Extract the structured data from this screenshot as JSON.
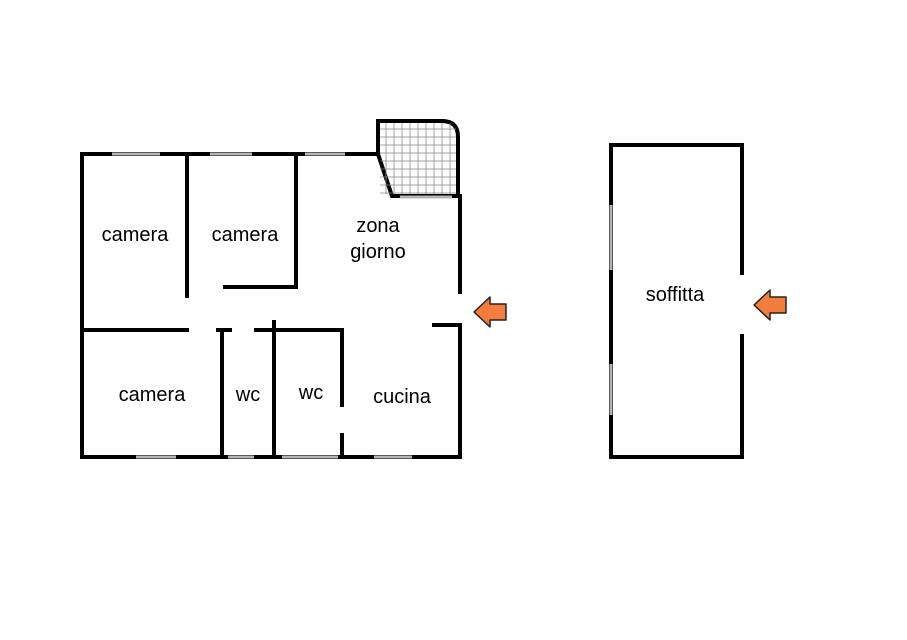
{
  "floor_plan": {
    "rooms": [
      {
        "id": "camera-1",
        "label": "camera"
      },
      {
        "id": "camera-2",
        "label": "camera"
      },
      {
        "id": "zona-giorno",
        "label_lines": [
          "zona",
          "giorno"
        ]
      },
      {
        "id": "camera-3",
        "label": "camera"
      },
      {
        "id": "wc-1",
        "label": "wc"
      },
      {
        "id": "wc-2",
        "label": "wc"
      },
      {
        "id": "cucina",
        "label": "cucina"
      }
    ]
  },
  "attic_plan": {
    "rooms": [
      {
        "id": "soffitta",
        "label": "soffitta"
      }
    ]
  },
  "colors": {
    "wall": "#000000",
    "window": "#b4b4b4",
    "entrance_arrow": "#f47c3c"
  },
  "icons": [
    "entrance-arrow-icon",
    "balcony-grid"
  ]
}
